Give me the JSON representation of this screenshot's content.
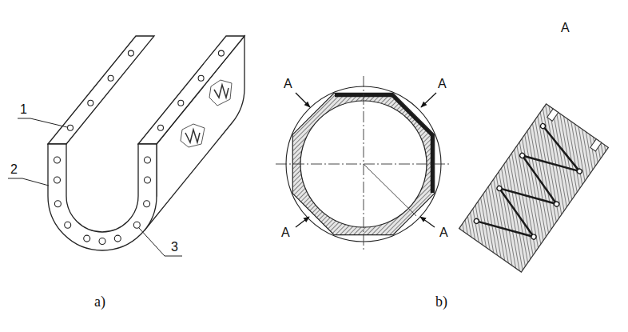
{
  "diagram": {
    "labels": [
      "1",
      "2",
      "3",
      "a)",
      "A",
      "A",
      "A",
      "A",
      "A",
      "b)"
    ]
  }
}
